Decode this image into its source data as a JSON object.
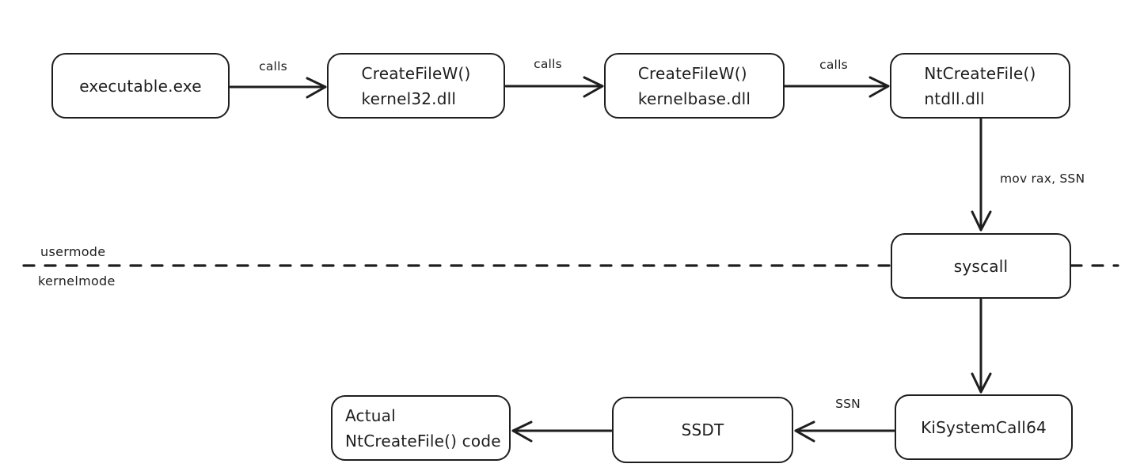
{
  "colors": {
    "stroke": "#1e1e1e",
    "background": "#ffffff"
  },
  "nodes": {
    "executable": {
      "line1": "executable.exe"
    },
    "kernel32": {
      "line1": "CreateFileW()",
      "line2": "kernel32.dll"
    },
    "kernelbase": {
      "line1": "CreateFileW()",
      "line2": "kernelbase.dll"
    },
    "ntdll": {
      "line1": "NtCreateFile()",
      "line2": "ntdll.dll"
    },
    "syscall": {
      "line1": "syscall"
    },
    "kisystemcall64": {
      "line1": "KiSystemCall64"
    },
    "ssdt": {
      "line1": "SSDT"
    },
    "actual_ntcreatefile": {
      "line1": "Actual",
      "line2": "NtCreateFile() code"
    }
  },
  "edge_labels": {
    "calls_1": "calls",
    "calls_2": "calls",
    "calls_3": "calls",
    "mov_rax_ssn": "mov rax, SSN",
    "ssn": "SSN"
  },
  "boundary": {
    "usermode": "usermode",
    "kernelmode": "kernelmode"
  }
}
